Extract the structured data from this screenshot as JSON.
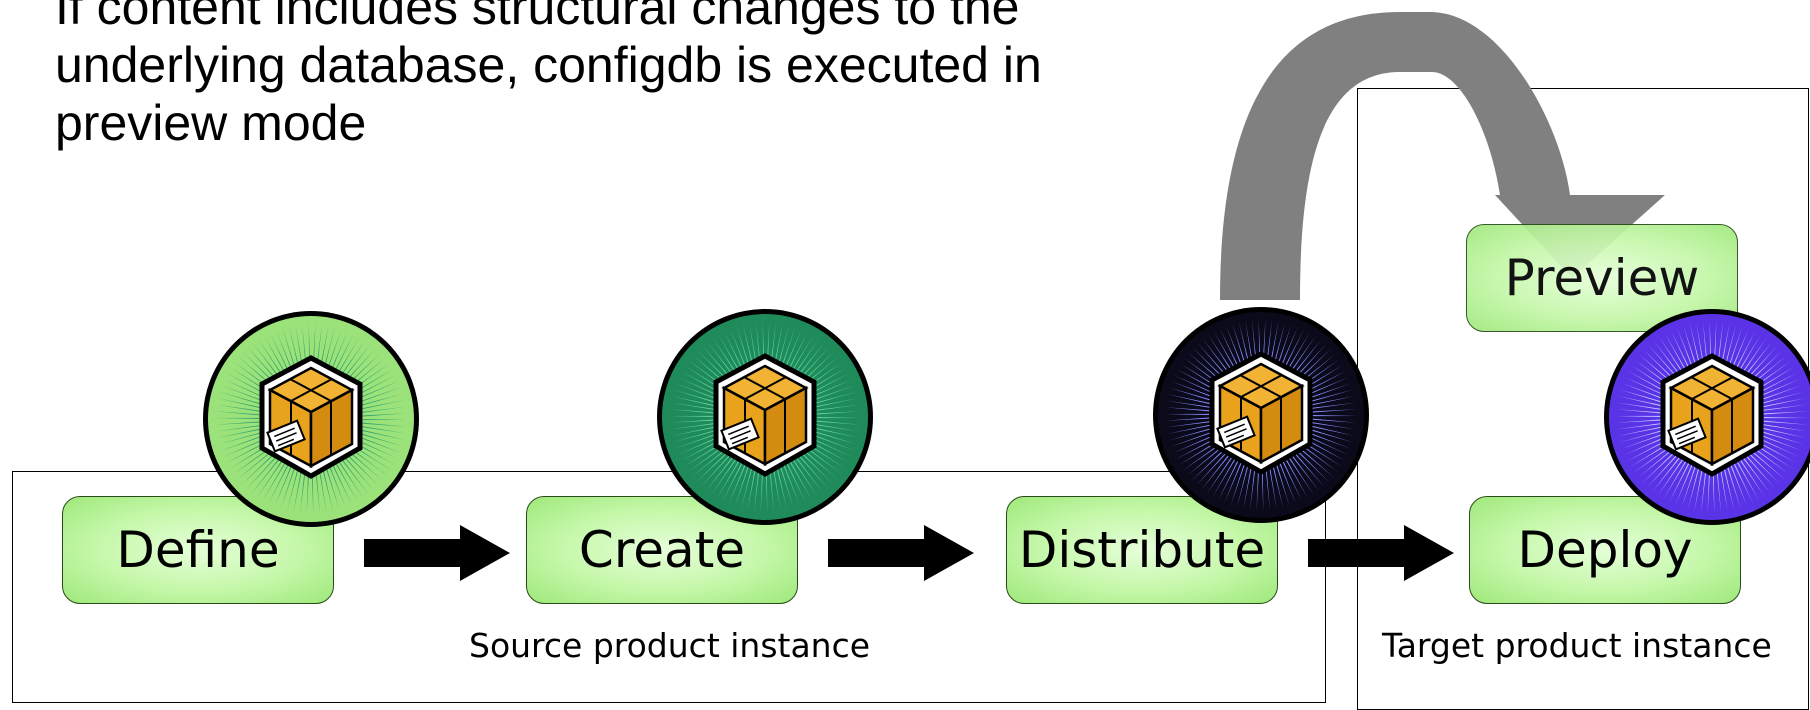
{
  "intro_text": "If content includes structural changes to the underlying database, configdb is executed in preview mode",
  "stages": {
    "define": "Define",
    "create": "Create",
    "distribute": "Distribute",
    "deploy": "Deploy",
    "preview": "Preview"
  },
  "instances": {
    "source": "Source product instance",
    "target": "Target product instance"
  },
  "icons": {
    "package_define": {
      "ring": "#9be27a",
      "burst": "#36a56f",
      "name": "package-icon"
    },
    "package_create": {
      "ring": "#1f8a5a",
      "burst": "#5fd1a0",
      "name": "package-icon"
    },
    "package_distribute": {
      "ring": "#0a0a1a",
      "burst": "#8a8cff",
      "name": "package-icon"
    },
    "package_deploy": {
      "ring": "#5a33e6",
      "burst": "#c0c4ff",
      "name": "package-icon"
    }
  },
  "colors": {
    "stage_fill": "#c4f7a8",
    "flow_arrow": "#000000",
    "preview_arrow": "#808080"
  }
}
